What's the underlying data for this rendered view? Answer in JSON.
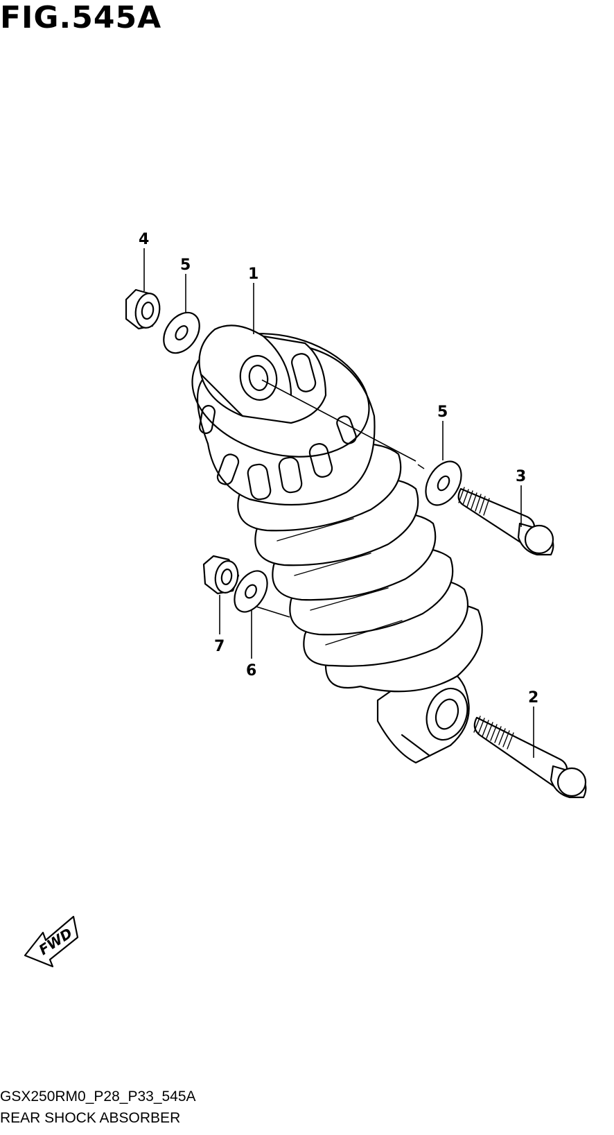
{
  "figure": {
    "title": "FIG.545A"
  },
  "callouts": [
    {
      "id": "1",
      "label": "1"
    },
    {
      "id": "2",
      "label": "2"
    },
    {
      "id": "3",
      "label": "3"
    },
    {
      "id": "4",
      "label": "4"
    },
    {
      "id": "5a",
      "label": "5"
    },
    {
      "id": "5b",
      "label": "5"
    },
    {
      "id": "6",
      "label": "6"
    },
    {
      "id": "7",
      "label": "7"
    }
  ],
  "fwd_indicator": {
    "label": "FWD"
  },
  "footer": {
    "code": "GSX250RM0_P28_P33_545A",
    "description": "REAR SHOCK ABSORBER"
  }
}
